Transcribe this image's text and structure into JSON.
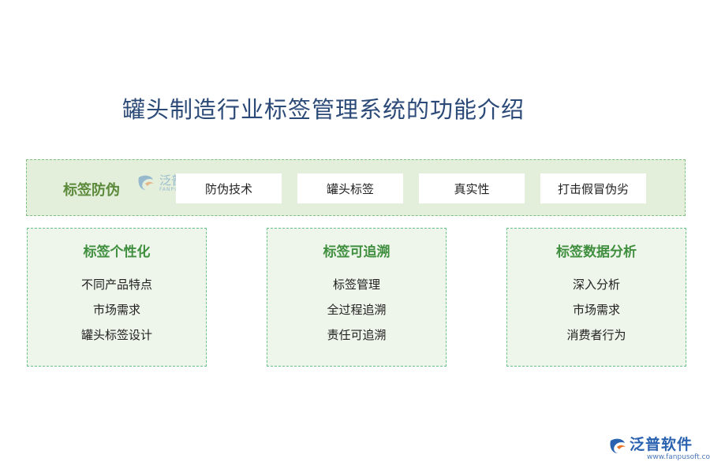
{
  "title": "罐头制造行业标签管理系统的功能介绍",
  "top_band": {
    "title": "标签防伪",
    "chips": [
      "防伪技术",
      "罐头标签",
      "真实性",
      "打击假冒伪劣"
    ]
  },
  "watermark": {
    "brand": "泛普软件",
    "sub": "FANPU SOFTWARE"
  },
  "boxes": [
    {
      "title": "标签个性化",
      "items": [
        "不同产品特点",
        "市场需求",
        "罐头标签设计"
      ]
    },
    {
      "title": "标签可追溯",
      "items": [
        "标签管理",
        "全过程追溯",
        "责任可追溯"
      ]
    },
    {
      "title": "标签数据分析",
      "items": [
        "深入分析",
        "市场需求",
        "消费者行为"
      ]
    }
  ],
  "footer": {
    "brand": "泛普软件",
    "url": "www.fanpusoft.com"
  },
  "colors": {
    "title": "#2c4a78",
    "band_bg": "#e3eedb",
    "box_bg": "#eef5ea",
    "dash": "#6cc08b",
    "heading_green": "#3f8f3f",
    "brand_blue": "#2a62b0"
  }
}
